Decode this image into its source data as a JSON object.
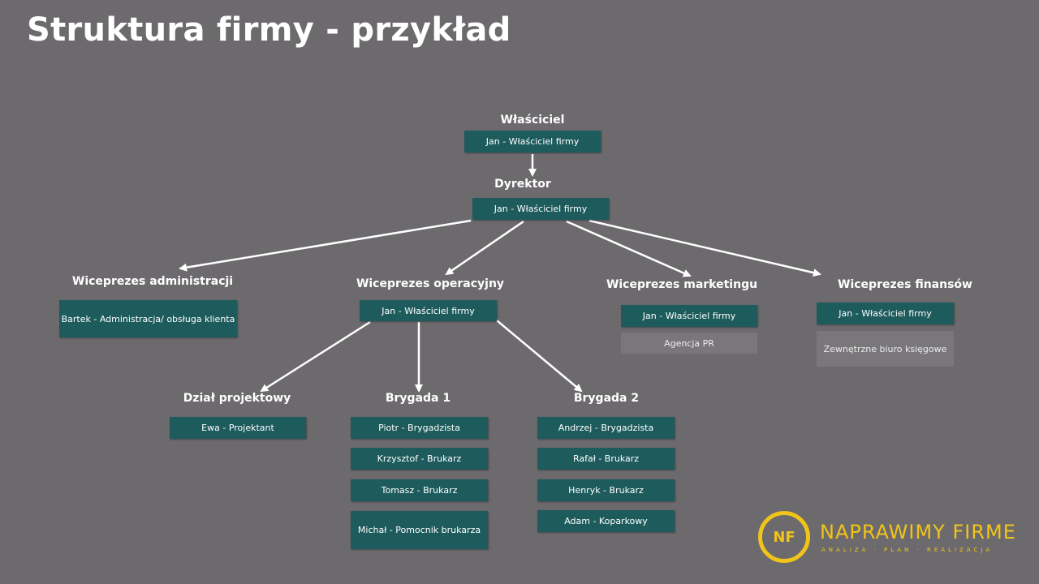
{
  "title": "Struktura firmy - przykład",
  "nodes": {
    "owner": {
      "label": "Właściciel",
      "person": "Jan - Właściciel firmy"
    },
    "director": {
      "label": "Dyrektor",
      "person": "Jan - Właściciel firmy"
    },
    "vp_admin": {
      "label": "Wiceprezes  administracji",
      "person": "Bartek - Administracja/ obsługa klienta"
    },
    "vp_ops": {
      "label": "Wiceprezes operacyjny",
      "person": "Jan - Właściciel firmy"
    },
    "vp_marketing": {
      "label": "Wiceprezes marketingu",
      "person": "Jan - Właściciel firmy",
      "extra": "Agencja PR"
    },
    "vp_finance": {
      "label": "Wiceprezes finansów",
      "person": "Jan - Właściciel firmy",
      "extra": "Zewnętrzne biuro księgowe"
    },
    "projects": {
      "label": "Dział projektowy",
      "members": [
        "Ewa - Projektant"
      ]
    },
    "brigade1": {
      "label": "Brygada 1",
      "members": [
        "Piotr - Brygadzista",
        "Krzysztof - Brukarz",
        "Tomasz - Brukarz",
        "Michał - Pomocnik brukarza"
      ]
    },
    "brigade2": {
      "label": "Brygada 2",
      "members": [
        "Andrzej - Brygadzista",
        "Rafał - Brukarz",
        "Henryk - Brukarz",
        "Adam - Koparkowy"
      ]
    }
  },
  "logo": {
    "initials": "NF",
    "name": "NAPRAWIMY FIRME",
    "tagline": "ANALIZA · PLAN · REALIZACJA"
  },
  "colors": {
    "background": "#6d6a6e",
    "box": "#1d5b5d",
    "box_secondary": "#7a777b",
    "logo": "#f0c419"
  }
}
